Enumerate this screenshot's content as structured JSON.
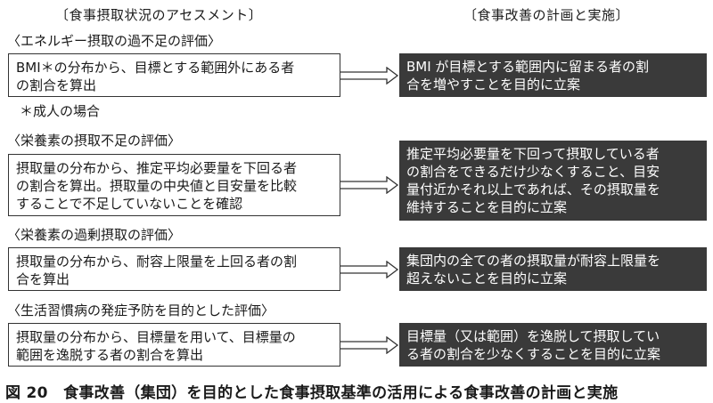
{
  "headers": {
    "left": "〔食事摂取状況のアセスメント〕",
    "right": "〔食事改善の計画と実施〕"
  },
  "rows": [
    {
      "section": "〈エネルギー摂取の過不足の評価〉",
      "left_lines": [
        "BMI＊の分布から、目標とする範囲外にある者",
        "の割合を算出"
      ],
      "right_lines": [
        "BMI が目標とする範囲内に留まる者の割",
        "合を増やすことを目的に立案"
      ]
    },
    {
      "section": "〈栄養素の摂取不足の評価〉",
      "left_lines": [
        "摂取量の分布から、推定平均必要量を下回る者",
        "の割合を算出。摂取量の中央値と目安量を比較",
        "することで不足していないことを確認"
      ],
      "right_lines": [
        "推定平均必要量を下回って摂取している者",
        "の割合をできるだけ少なくすること、目安",
        "量付近かそれ以上であれば、その摂取量を",
        "維持することを目的に立案"
      ]
    },
    {
      "section": "〈栄養素の過剰摂取の評価〉",
      "left_lines": [
        "摂取量の分布から、耐容上限量を上回る者の割",
        "合を算出"
      ],
      "right_lines": [
        "集団内の全ての者の摂取量が耐容上限量を",
        "超えないことを目的に立案"
      ]
    },
    {
      "section": "〈生活習慣病の発症予防を目的とした評価〉",
      "left_lines": [
        "摂取量の分布から、目標量を用いて、目標量の",
        "範囲を逸脱する者の割合を算出"
      ],
      "right_lines": [
        "目標量（又は範囲）を逸脱して摂取してい",
        "る者の割合を少なくすることを目的に立案"
      ]
    }
  ],
  "note": "＊成人の場合",
  "caption": "図 20　食事改善（集団）を目的とした食事摂取基準の活用による食事改善の計画と実施"
}
